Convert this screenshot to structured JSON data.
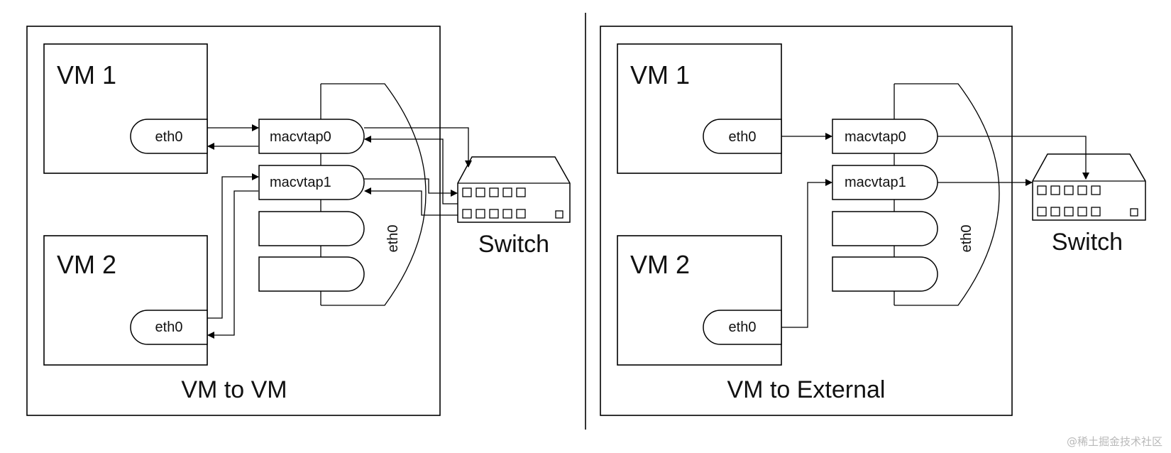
{
  "panels": [
    {
      "vm1": {
        "title": "VM 1",
        "iface": "eth0"
      },
      "vm2": {
        "title": "VM 2",
        "iface": "eth0"
      },
      "taps": [
        "macvtap0",
        "macvtap1"
      ],
      "host_iface": "eth0",
      "switch_label": "Switch",
      "caption": "VM to VM"
    },
    {
      "vm1": {
        "title": "VM 1",
        "iface": "eth0"
      },
      "vm2": {
        "title": "VM 2",
        "iface": "eth0"
      },
      "taps": [
        "macvtap0",
        "macvtap1"
      ],
      "host_iface": "eth0",
      "switch_label": "Switch",
      "caption": "VM to External"
    }
  ],
  "watermark": "@稀土掘金技术社区",
  "colors": {
    "stroke": "#000000",
    "background": "#ffffff",
    "watermark": "#b9b9b9"
  }
}
